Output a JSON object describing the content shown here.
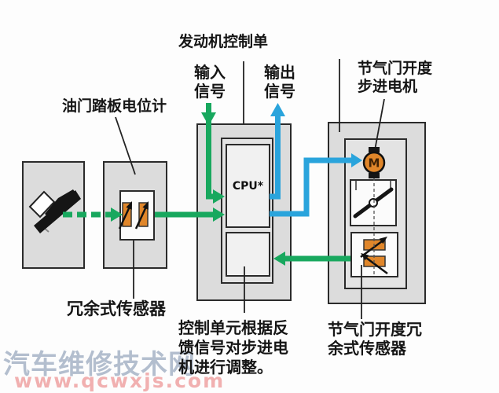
{
  "diagram": {
    "title": "发动机控制单",
    "signals": {
      "input": "输入\n信号",
      "output": "输出\n信号"
    },
    "ecu": {
      "cpu_label": "CPU*"
    },
    "labels": {
      "pedal_potentiometer": "油门踏板电位计",
      "redundant_sensor": "冗余式传感器",
      "stepper_motor": "节气门开度\n步进电机",
      "throttle_redundant_sensor": "节气门开度冗\n余式传感器",
      "feedback_note": "控制单元根据反\n馈信号对步进电\n机进行调整。",
      "motor_symbol": "M"
    },
    "colors": {
      "signal_green": "#18a85e",
      "signal_blue": "#2aa4dc",
      "component_orange": "#e0862a",
      "box_fill": "#dcdcdc",
      "box_border": "#2b2b2b"
    }
  },
  "watermark": {
    "site_name": "汽车维修技术网",
    "url": "www.qcwxjs.com"
  }
}
